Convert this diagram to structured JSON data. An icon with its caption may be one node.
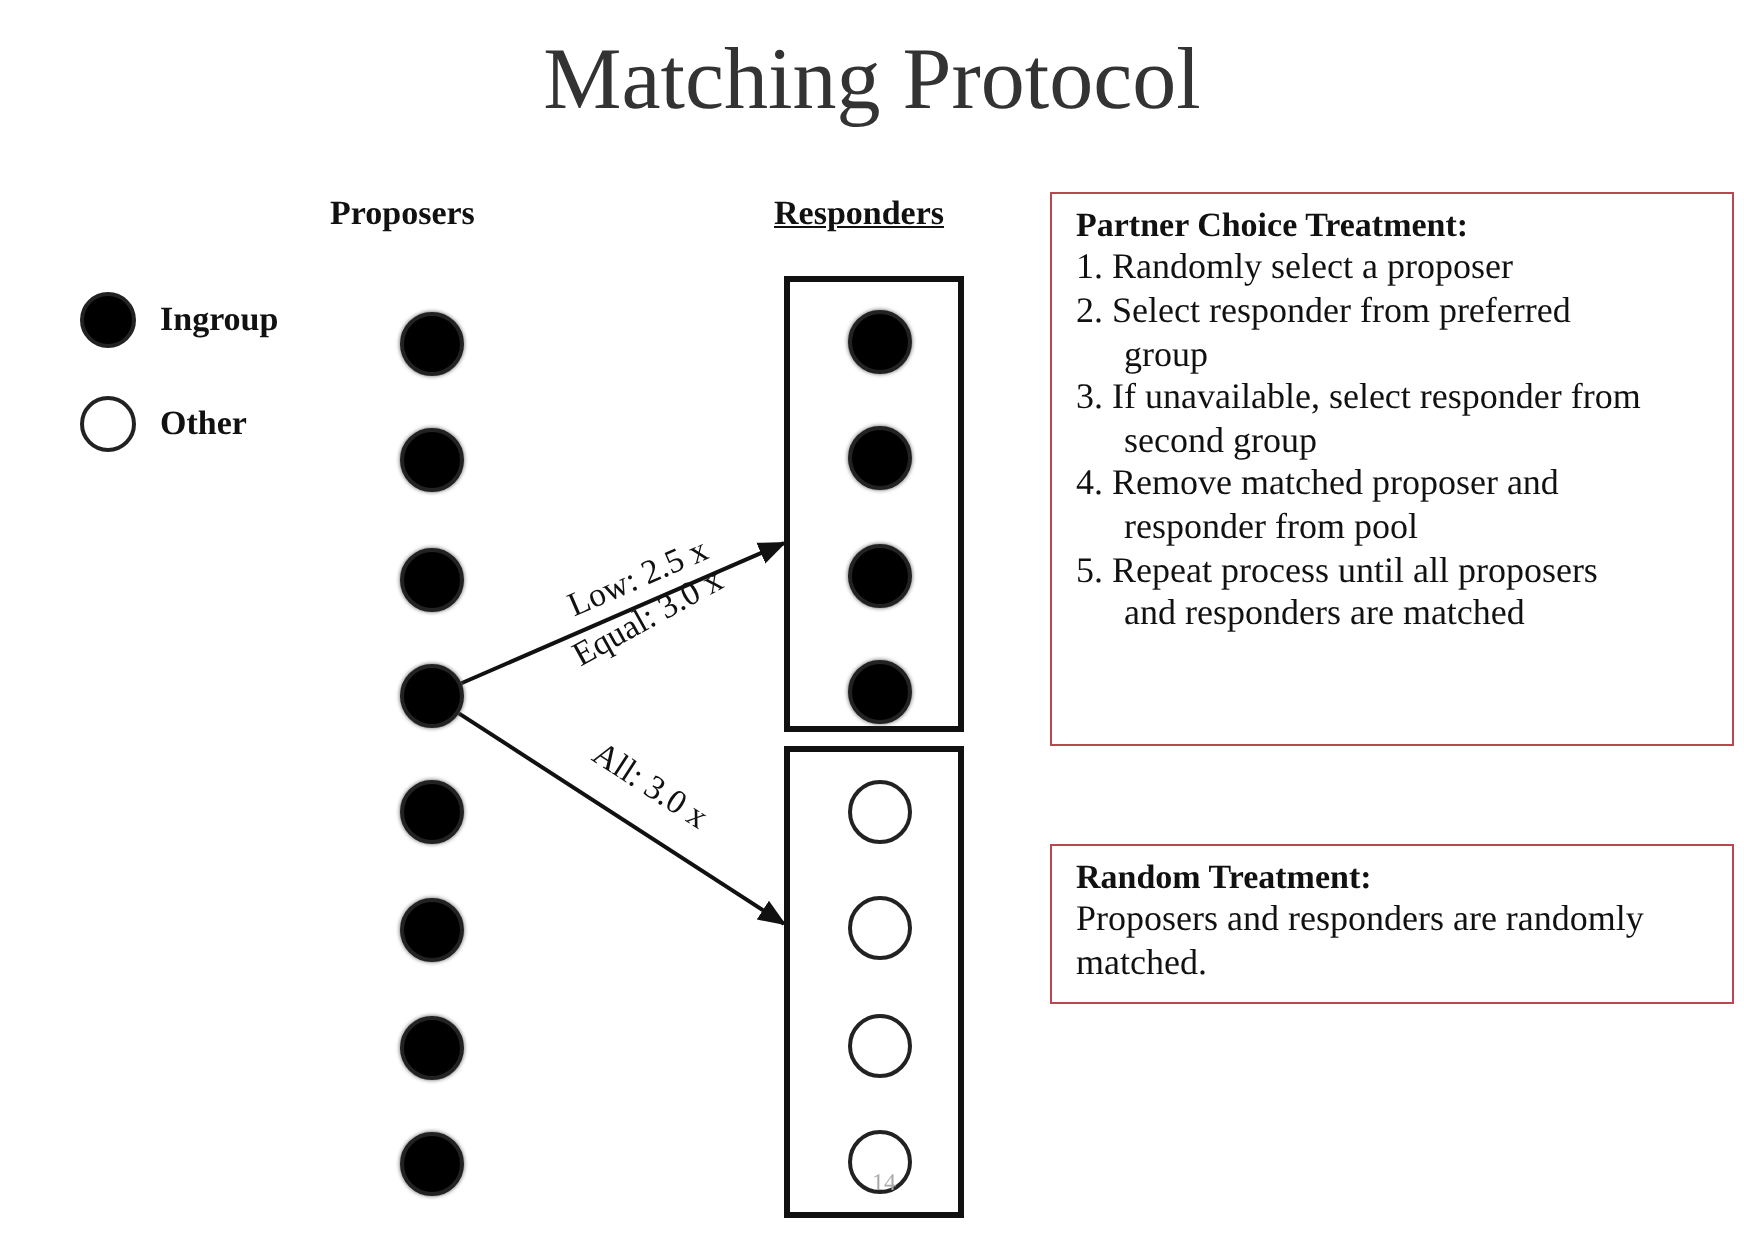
{
  "diagram": {
    "title": "Matching Protocol",
    "nodes": [
      {
        "text": [],
        "shape": "dot"
      },
      {
        "text": [],
        "shape": "dot"
      },
      {
        "text": [],
        "shape": "dot"
      },
      {
        "text": [],
        "shape": "dot"
      },
      {
        "text": [],
        "shape": "dot"
      },
      {
        "text": [],
        "shape": "dot"
      },
      {
        "text": [],
        "shape": "dot"
      },
      {
        "text": [],
        "shape": "dot"
      },
      {
        "text": [],
        "shape": "box"
      },
      {
        "text": [],
        "shape": "dot",
        "in": 8
      },
      {
        "text": [],
        "shape": "dot",
        "in": 8
      },
      {
        "text": [],
        "shape": "dot",
        "in": 8
      },
      {
        "text": [],
        "shape": "dot",
        "in": 8
      },
      {
        "text": [],
        "shape": "box"
      },
      {
        "text": [],
        "shape": "circle",
        "in": 13
      },
      {
        "text": [],
        "shape": "circle",
        "in": 13
      },
      {
        "text": [],
        "shape": "circle",
        "in": 13
      },
      {
        "text": [],
        "shape": "circle",
        "in": 13
      },
      {
        "text": [
          "Partner Choice Treatment:",
          "1. Randomly select a proposer",
          "2. Select responder from preferred group",
          "3. If unavailable, select responder from second group",
          "4. Remove matched proposer and responder from pool",
          "5. Repeat process until all proposers and responders are matched"
        ]
      },
      {
        "text": [
          "Random Treatment:",
          "Proposers and responders are randomly matched."
        ]
      }
    ],
    "edges": [
      {
        "from": 3,
        "to": 8,
        "arrow": "to",
        "label": "Low: 2.5 x"
      },
      {
        "from": 3,
        "to": 13,
        "arrow": "to",
        "label": "All: 3.0 x"
      }
    ],
    "labels": [
      "Proposers",
      "Responders",
      "Equal: 3.0 x",
      "14"
    ],
    "legend": [
      {
        "text": "Ingroup",
        "color": "#000000"
      },
      {
        "text": "Other",
        "color": "#ffffff"
      }
    ]
  }
}
